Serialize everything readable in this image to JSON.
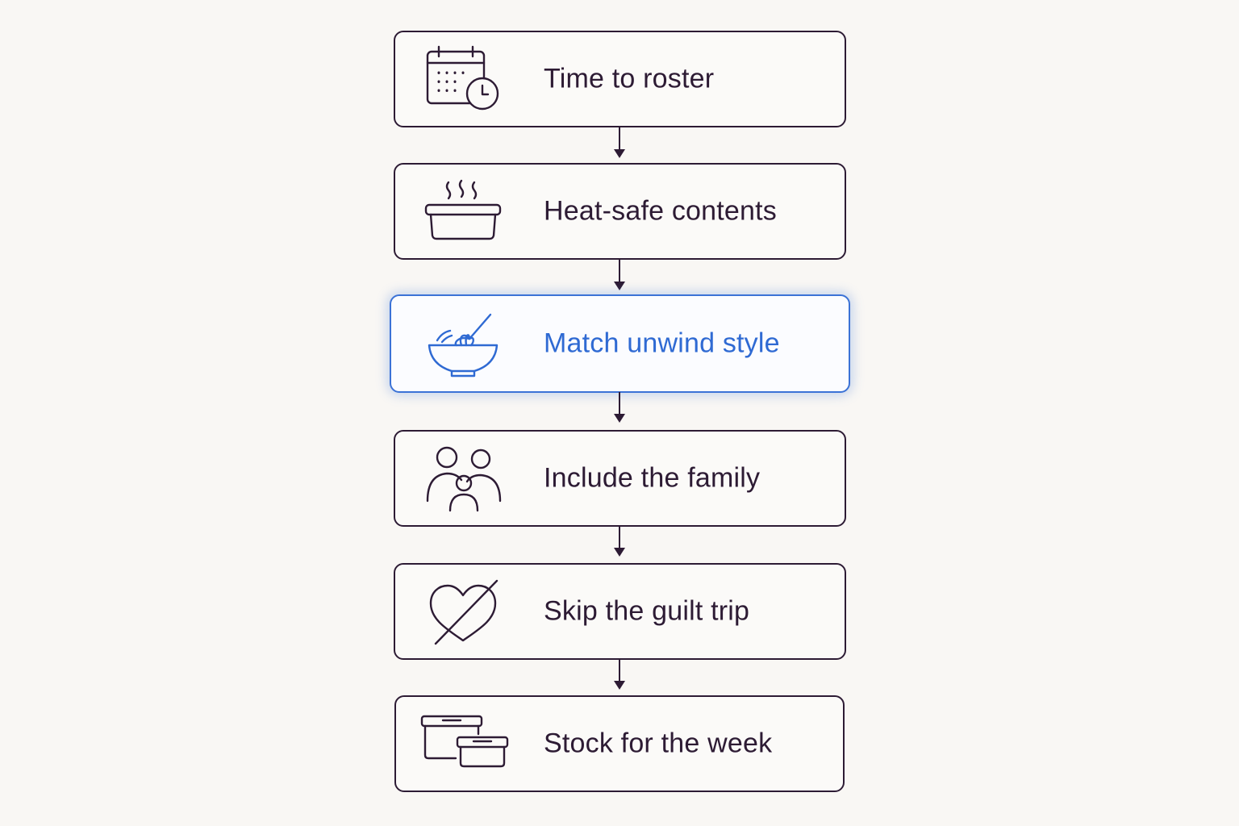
{
  "steps": [
    {
      "label": "Time to roster",
      "icon": "calendar-clock-icon"
    },
    {
      "label": "Heat-safe contents",
      "icon": "steaming-dish-icon"
    },
    {
      "label": "Match unwind style",
      "icon": "mixing-bowl-whisk-icon",
      "active": true
    },
    {
      "label": "Include the family",
      "icon": "family-icon"
    },
    {
      "label": "Skip the guilt trip",
      "icon": "crossed-heart-icon"
    },
    {
      "label": "Stock for the week",
      "icon": "food-containers-icon"
    }
  ],
  "colors": {
    "background": "#f9f7f4",
    "stroke": "#2d1b34",
    "accent": "#2f6ad3"
  }
}
